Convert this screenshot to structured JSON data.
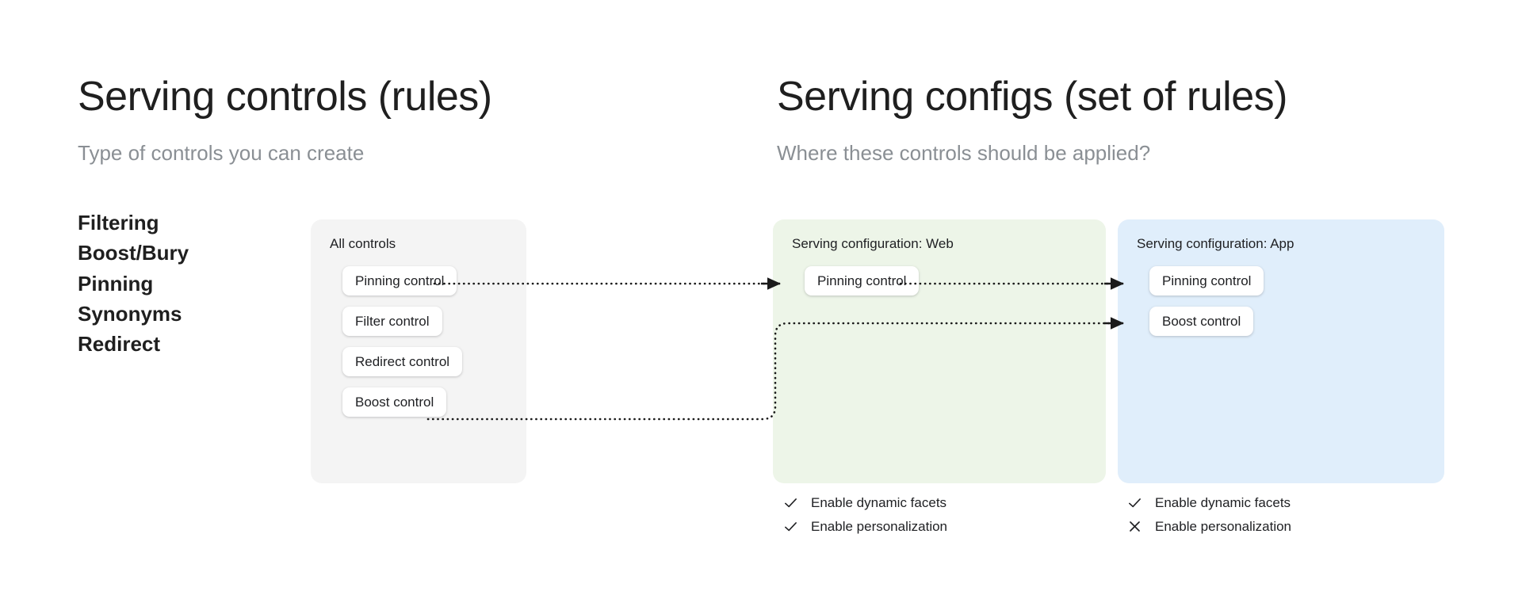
{
  "left_column": {
    "title": "Serving controls (rules)",
    "subtitle": "Type of controls you can create",
    "control_types": [
      {
        "label": "Filtering"
      },
      {
        "label": "Boost/Bury"
      },
      {
        "label": "Pinning"
      },
      {
        "label": "Synonyms"
      },
      {
        "label": "Redirect"
      }
    ]
  },
  "right_column": {
    "title": "Serving configs (set of rules)",
    "subtitle": "Where these controls should be applied?"
  },
  "cards": {
    "all_controls": {
      "label": "All controls",
      "background_color": "#f4f4f4",
      "chips": [
        {
          "label": "Pinning control"
        },
        {
          "label": "Filter control"
        },
        {
          "label": "Redirect control"
        },
        {
          "label": "Boost control"
        }
      ]
    },
    "serving_config_web": {
      "label": "Serving configuration: Web",
      "background_color": "#edf5e8",
      "chips": [
        {
          "label": "Pinning control"
        }
      ],
      "features": [
        {
          "icon": "check-icon",
          "label": "Enable dynamic facets",
          "enabled": true
        },
        {
          "icon": "check-icon",
          "label": "Enable personalization",
          "enabled": true
        }
      ]
    },
    "serving_config_app": {
      "label": "Serving configuration: App",
      "background_color": "#e0eefb",
      "chips": [
        {
          "label": "Pinning control"
        },
        {
          "label": "Boost control"
        }
      ],
      "features": [
        {
          "icon": "check-icon",
          "label": "Enable dynamic facets",
          "enabled": true
        },
        {
          "icon": "close-icon",
          "label": "Enable personalization",
          "enabled": false
        }
      ]
    }
  },
  "connectors": [
    {
      "from": "all-controls.pinning-control",
      "to": "serving-config-web.pinning-control",
      "style": "dotted-arrow"
    },
    {
      "from": "serving-config-web.pinning-control",
      "to": "serving-config-app.pinning-control",
      "style": "dotted-arrow"
    },
    {
      "from": "all-controls.boost-control",
      "to": "serving-config-app.boost-control",
      "style": "dotted-arrow"
    }
  ]
}
